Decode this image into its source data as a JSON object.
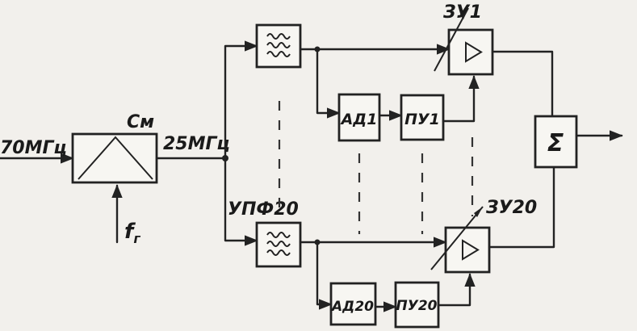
{
  "labels": {
    "input_freq": "70МГц",
    "mixer": "См",
    "mid_freq": "25МГц",
    "heterodyne_f": "f",
    "heterodyne_sub": "г",
    "filter_n": "УПФ20",
    "attenuator_1": "ЗУ1",
    "attenuator_n": "ЗУ20",
    "detector_1": "АД1",
    "detector_n": "АД20",
    "amplifier_1": "ПУ1",
    "amplifier_n": "ПУ20",
    "summator": "Σ"
  }
}
